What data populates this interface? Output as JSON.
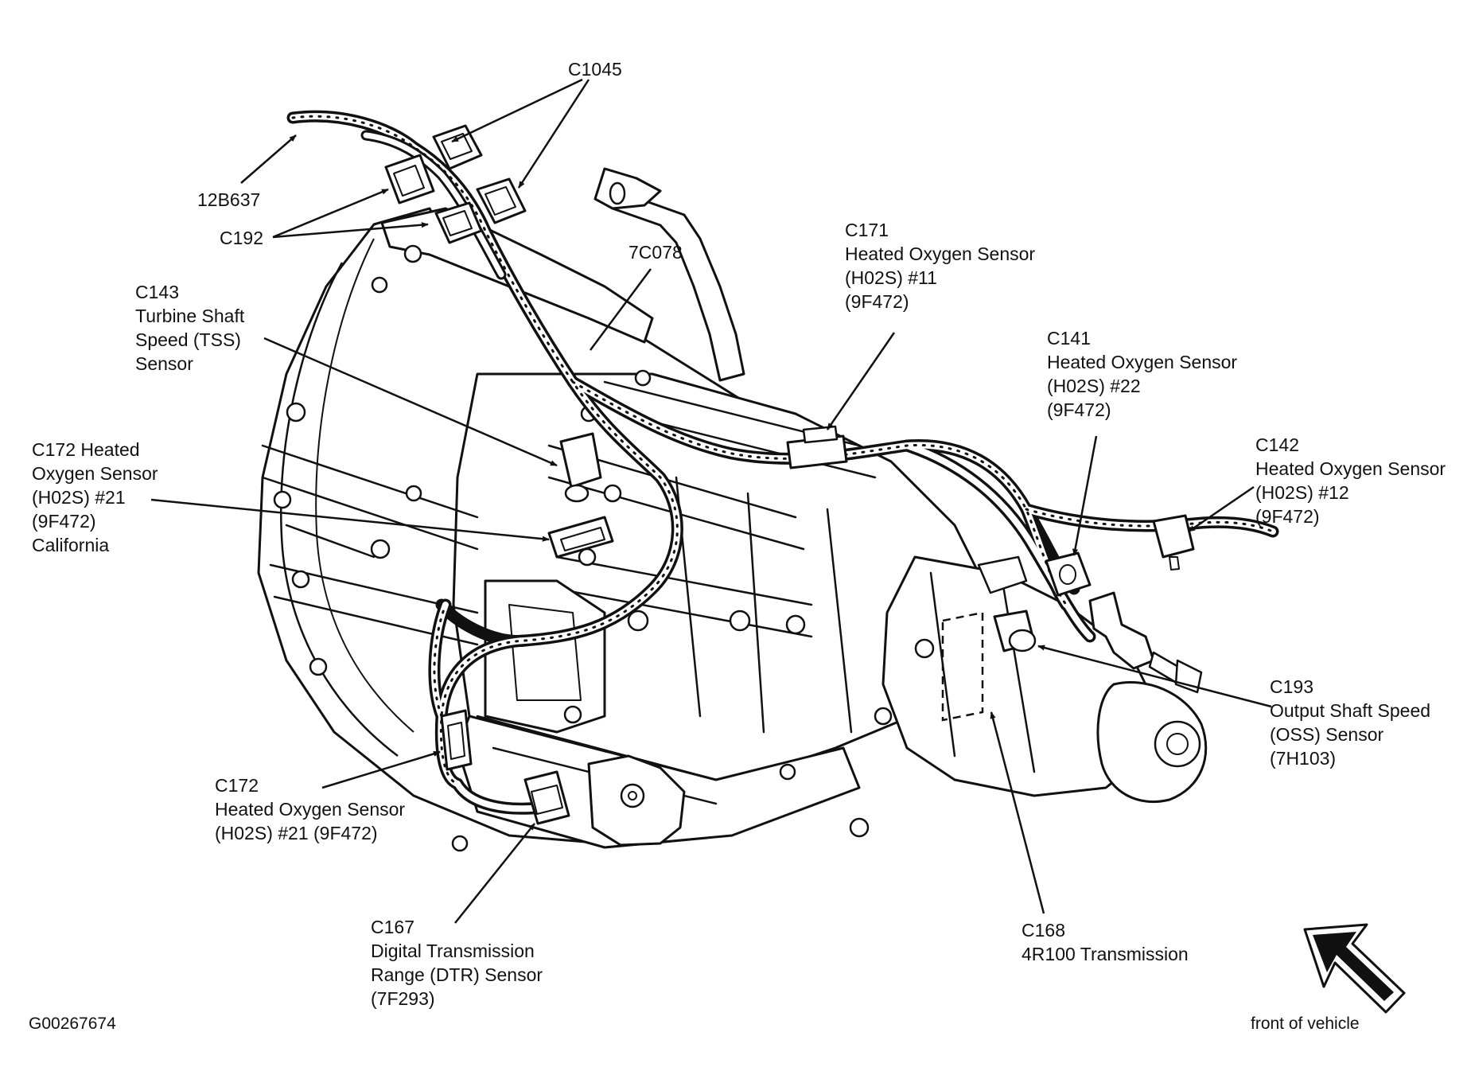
{
  "colors": {
    "ink": "#111111",
    "paper": "#ffffff",
    "harness_stripe": "#f2f2f2"
  },
  "labels": {
    "c1045": [
      "C1045"
    ],
    "b12b637": [
      "12B637"
    ],
    "c192": [
      "C192"
    ],
    "c7c078": [
      "7C078"
    ],
    "c143": [
      "C143",
      "Turbine Shaft",
      "Speed (TSS)",
      "Sensor"
    ],
    "c171": [
      "C171",
      "Heated Oxygen Sensor",
      "(H02S) #11",
      "(9F472)"
    ],
    "c141": [
      "C141",
      "Heated Oxygen Sensor",
      "(H02S) #22",
      "(9F472)"
    ],
    "c142": [
      "C142",
      "Heated Oxygen Sensor",
      "(H02S) #12",
      "(9F472)"
    ],
    "c172_ca": [
      "C172 Heated",
      "Oxygen Sensor",
      "(H02S) #21",
      "(9F472)",
      "California"
    ],
    "c193": [
      "C193",
      "Output Shaft Speed",
      "(OSS) Sensor",
      "(7H103)"
    ],
    "c172": [
      "C172",
      "Heated Oxygen Sensor",
      "(H02S) #21 (9F472)"
    ],
    "c167": [
      "C167",
      "Digital Transmission",
      "Range (DTR) Sensor",
      "(7F293)"
    ],
    "c168": [
      "C168",
      "4R100 Transmission"
    ],
    "front": [
      "front of vehicle"
    ],
    "figure_id": [
      "G00267674"
    ]
  }
}
